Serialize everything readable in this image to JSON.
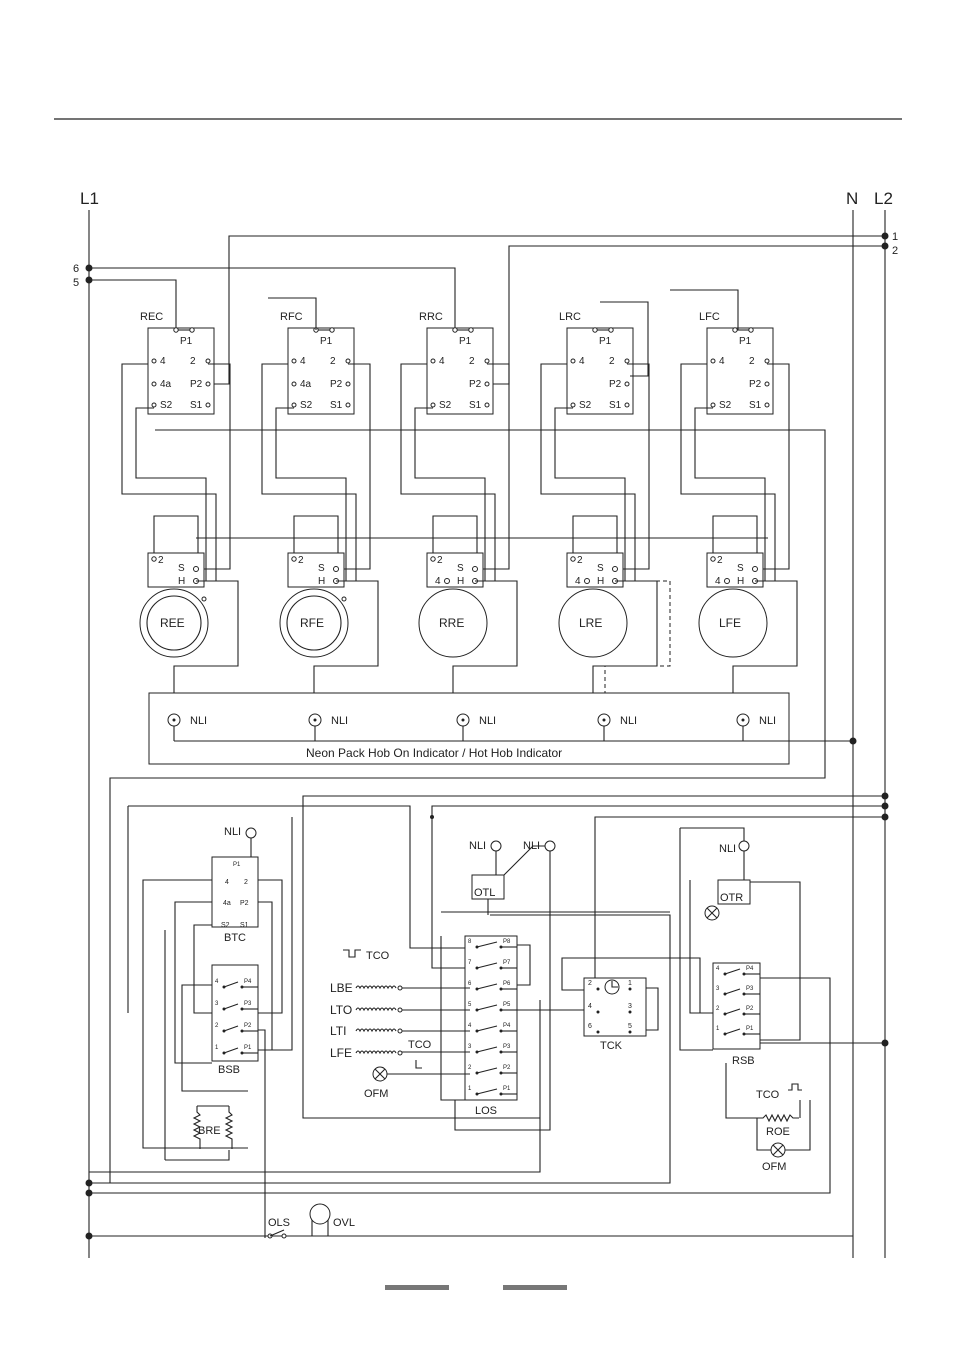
{
  "rails": {
    "left": "L1",
    "neutral": "N",
    "right": "L2"
  },
  "rail_terminals": {
    "t1": "1",
    "t2": "2",
    "t5": "5",
    "t6": "6"
  },
  "hob_controls": [
    {
      "label": "REC",
      "element": "REE",
      "left_terms": [
        "4",
        "4a",
        "S2"
      ],
      "right_terms": [
        "2",
        "P2",
        "S1"
      ],
      "top": "P1",
      "ele_terms": [
        "2",
        "S",
        "H"
      ],
      "extra": [
        "4",
        "4a"
      ]
    },
    {
      "label": "RFC",
      "element": "RFE",
      "left_terms": [
        "4",
        "4a",
        "S2"
      ],
      "right_terms": [
        "2",
        "P2",
        "S1"
      ],
      "top": "P1",
      "ele_terms": [
        "2",
        "S",
        "H"
      ],
      "extra": [
        "4",
        "4a"
      ]
    },
    {
      "label": "RRC",
      "element": "RRE",
      "left_terms": [
        "4",
        "",
        "S2"
      ],
      "right_terms": [
        "2",
        "P2",
        "S1"
      ],
      "top": "P1",
      "ele_terms": [
        "2",
        "S",
        "H",
        "4"
      ],
      "extra": []
    },
    {
      "label": "LRC",
      "element": "LRE",
      "left_terms": [
        "4",
        "",
        "S2"
      ],
      "right_terms": [
        "2",
        "P2",
        "S1"
      ],
      "top": "P1",
      "ele_terms": [
        "2",
        "S",
        "H",
        "4"
      ],
      "extra": []
    },
    {
      "label": "LFC",
      "element": "LFE",
      "left_terms": [
        "4",
        "",
        "S2"
      ],
      "right_terms": [
        "2",
        "P2",
        "S1"
      ],
      "top": "P1",
      "ele_terms": [
        "2",
        "S",
        "H",
        "4"
      ],
      "extra": []
    }
  ],
  "neon_pack": {
    "lamps": [
      "NLI",
      "NLI",
      "NLI",
      "NLI",
      "NLI"
    ],
    "caption": "Neon Pack   Hob On Indicator / Hot Hob Indicator"
  },
  "lower": {
    "btc": {
      "label": "BTC",
      "nli": "NLI",
      "terms_left": [
        "4",
        "4a",
        "S2"
      ],
      "terms_right": [
        "2",
        "P2",
        "S1"
      ],
      "top": "P1"
    },
    "bsb": {
      "label": "BSB",
      "left": [
        "4",
        "3",
        "2",
        "1"
      ],
      "right": [
        "P4",
        "P3",
        "P2",
        "P1"
      ]
    },
    "bre": {
      "label": "BRE"
    },
    "otl": {
      "label": "OTL",
      "nli_a": "NLI",
      "nli_b": "NLI"
    },
    "los": {
      "label": "LOS",
      "left": [
        "8",
        "7",
        "6",
        "5",
        "4",
        "3",
        "2",
        "1"
      ],
      "right": [
        "P8",
        "P7",
        "P6",
        "P5",
        "P4",
        "P3",
        "P2",
        "P1"
      ]
    },
    "loads": [
      "LBE",
      "LTO",
      "LTI",
      "LFE"
    ],
    "tco_top": "TCO",
    "tco_mid": "TCO",
    "ofm_left": "OFM",
    "tck": {
      "label": "TCK",
      "terms": [
        "2",
        "1",
        "4",
        "3",
        "6",
        "5"
      ]
    },
    "otr": {
      "label": "OTR",
      "nli": "NLI"
    },
    "rsb": {
      "label": "RSB",
      "left": [
        "4",
        "3",
        "2",
        "1"
      ],
      "right": [
        "P4",
        "P3",
        "P2",
        "P1"
      ]
    },
    "tco_right": "TCO",
    "roe": "ROE",
    "ofm_right": "OFM",
    "ols": "OLS",
    "ovl": "OVL"
  }
}
